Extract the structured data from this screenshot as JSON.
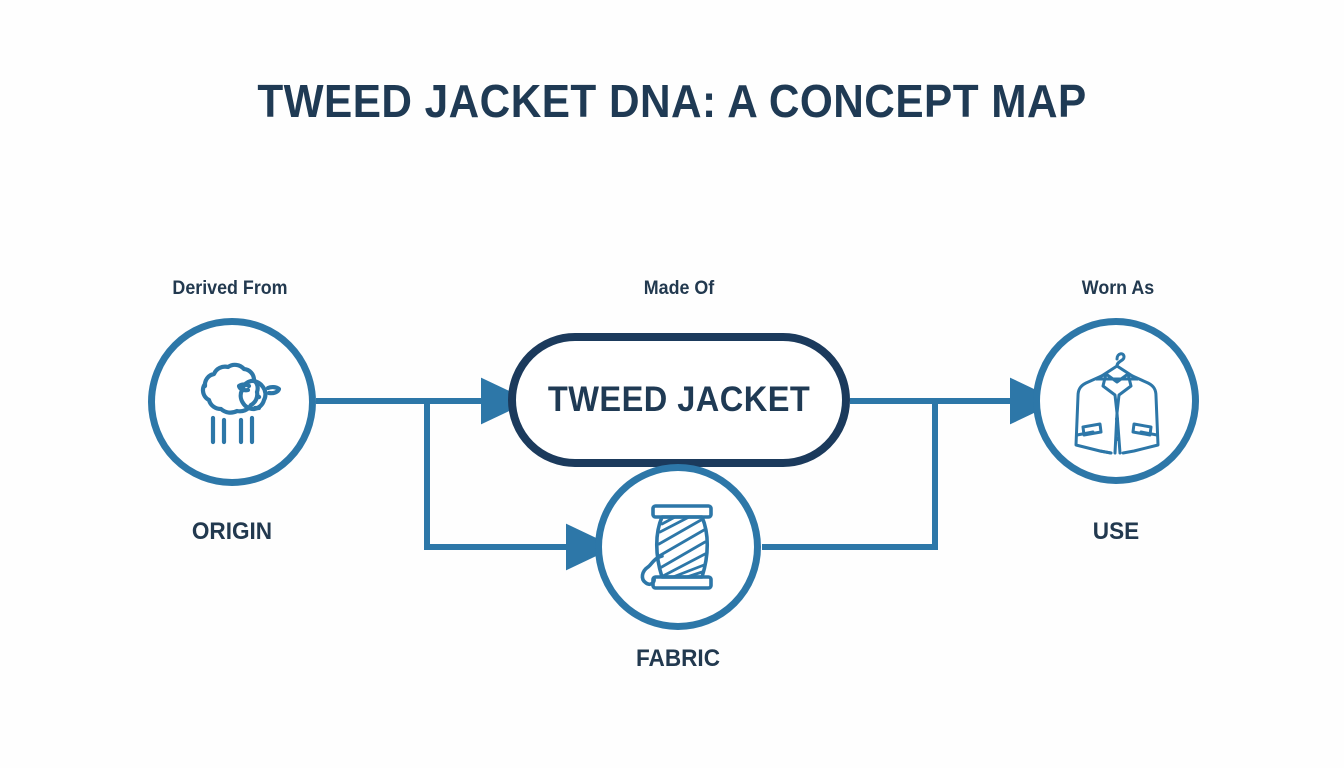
{
  "page": {
    "title": "TWEED JACKET DNA: A CONCEPT MAP",
    "background_color": "#fefefe"
  },
  "colors": {
    "accent_blue": "#2d77a8",
    "navy": "#1b3a5c",
    "text_navy": "#22394f",
    "title_navy": "#1f3a54",
    "connector_blue": "#2d77a8"
  },
  "center_node": {
    "label": "TWEED JACKET",
    "relation_label": "Made Of",
    "shape": "rounded-pill",
    "border_color": "#1b3a5c"
  },
  "nodes": [
    {
      "id": "origin",
      "caption": "ORIGIN",
      "relation_label": "Derived From",
      "icon": "sheep-icon",
      "position": "left"
    },
    {
      "id": "fabric",
      "caption": "FABRIC",
      "relation_label": "",
      "icon": "thread-spool-icon",
      "position": "bottom-center"
    },
    {
      "id": "use",
      "caption": "USE",
      "relation_label": "Worn As",
      "icon": "jacket-on-hanger-icon",
      "position": "right"
    }
  ],
  "connections": [
    {
      "from": "origin",
      "to": "center_node",
      "style": "arrow"
    },
    {
      "from": "origin",
      "to": "fabric",
      "style": "arrow"
    },
    {
      "from": "center_node",
      "to": "use",
      "style": "arrow"
    },
    {
      "from": "fabric",
      "to": "use",
      "style": "line"
    }
  ]
}
